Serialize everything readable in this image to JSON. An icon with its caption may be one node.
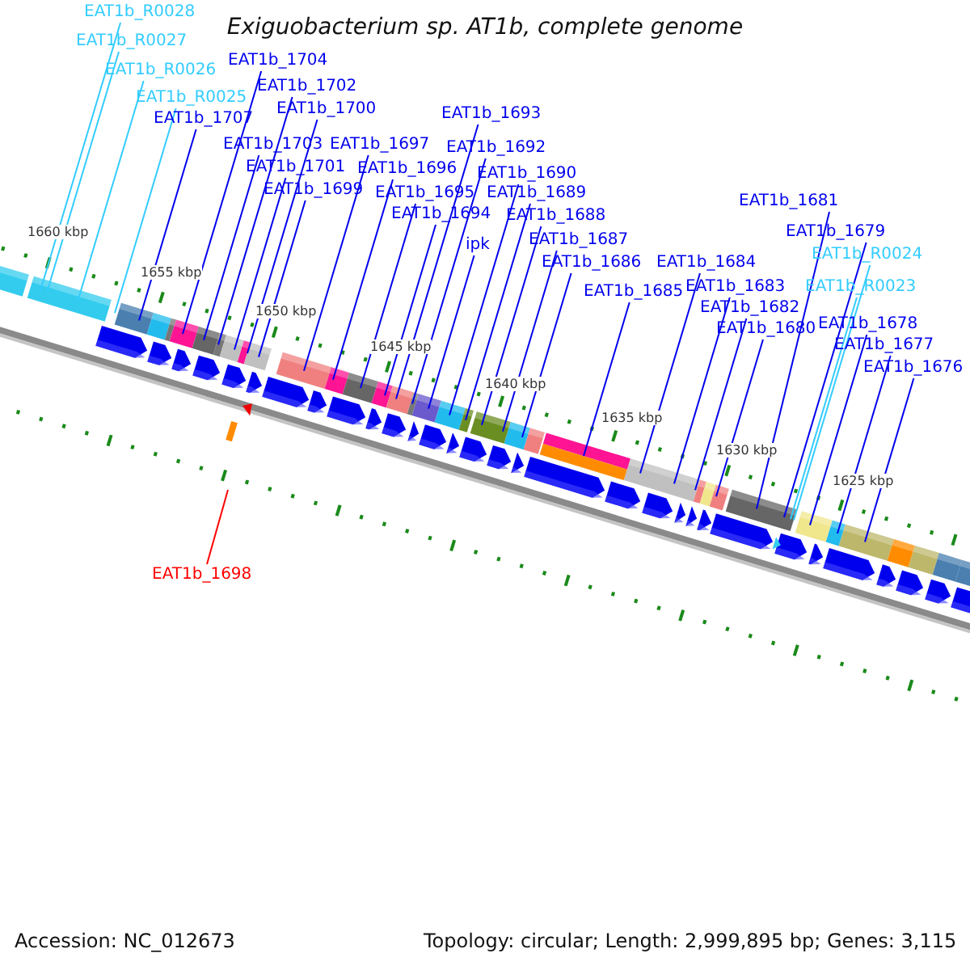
{
  "diagram": {
    "title": "Exiguobacterium sp. AT1b, complete genome",
    "nodes": [
      {
        "text": [
          "EAT1b_R0028"
        ]
      },
      {
        "text": [
          "EAT1b_R0027"
        ]
      },
      {
        "text": [
          "EAT1b_1704"
        ]
      },
      {
        "text": [
          "EAT1b_R0026"
        ]
      },
      {
        "text": [
          "EAT1b_1702"
        ]
      },
      {
        "text": [
          "EAT1b_R0025"
        ]
      },
      {
        "text": [
          "EAT1b_1700"
        ]
      },
      {
        "text": [
          "EAT1b_1693"
        ]
      },
      {
        "text": [
          "EAT1b_1707"
        ]
      },
      {
        "text": [
          "EAT1b_1703"
        ]
      },
      {
        "text": [
          "EAT1b_1697"
        ]
      },
      {
        "text": [
          "EAT1b_1692"
        ]
      },
      {
        "text": [
          "EAT1b_1701"
        ]
      },
      {
        "text": [
          "EAT1b_1696"
        ]
      },
      {
        "text": [
          "EAT1b_1690"
        ]
      },
      {
        "text": [
          "EAT1b_1699"
        ]
      },
      {
        "text": [
          "EAT1b_1695"
        ]
      },
      {
        "text": [
          "EAT1b_1689"
        ]
      },
      {
        "text": [
          "EAT1b_1681"
        ]
      },
      {
        "text": [
          "EAT1b_1694"
        ]
      },
      {
        "text": [
          "EAT1b_1688"
        ]
      },
      {
        "text": [
          "EAT1b_1679"
        ]
      },
      {
        "text": [
          "EAT1b_1687"
        ]
      },
      {
        "text": [
          "ipk"
        ]
      },
      {
        "text": [
          "EAT1b_R0024"
        ]
      },
      {
        "text": [
          "EAT1b_1686"
        ]
      },
      {
        "text": [
          "EAT1b_1684"
        ]
      },
      {
        "text": [
          "EAT1b_1683"
        ]
      },
      {
        "text": [
          "EAT1b_R0023"
        ]
      },
      {
        "text": [
          "EAT1b_1685"
        ]
      },
      {
        "text": [
          "EAT1b_1682"
        ]
      },
      {
        "text": [
          "EAT1b_1678"
        ]
      },
      {
        "text": [
          "EAT1b_1680"
        ]
      },
      {
        "text": [
          "EAT1b_1677"
        ]
      },
      {
        "text": [
          "EAT1b_1676"
        ]
      },
      {
        "text": [
          "EAT1b_1698"
        ]
      }
    ],
    "edges": [
      {
        "from": 0,
        "to": null,
        "arrow": "none",
        "color": "#33ccff"
      },
      {
        "from": 1,
        "to": null,
        "arrow": "none",
        "color": "#33ccff"
      },
      {
        "from": 2,
        "to": null,
        "arrow": "none"
      },
      {
        "from": 3,
        "to": null,
        "arrow": "none",
        "color": "#33ccff"
      },
      {
        "from": 4,
        "to": null,
        "arrow": "none"
      },
      {
        "from": 5,
        "to": null,
        "arrow": "none",
        "color": "#33ccff"
      },
      {
        "from": 6,
        "to": null,
        "arrow": "none"
      },
      {
        "from": 7,
        "to": null,
        "arrow": "none"
      },
      {
        "from": 8,
        "to": null,
        "arrow": "none"
      },
      {
        "from": 9,
        "to": null,
        "arrow": "none"
      },
      {
        "from": 10,
        "to": null,
        "arrow": "none"
      },
      {
        "from": 11,
        "to": null,
        "arrow": "none"
      },
      {
        "from": 12,
        "to": null,
        "arrow": "none"
      },
      {
        "from": 13,
        "to": null,
        "arrow": "none"
      },
      {
        "from": 14,
        "to": null,
        "arrow": "none"
      },
      {
        "from": 15,
        "to": null,
        "arrow": "none"
      },
      {
        "from": 16,
        "to": null,
        "arrow": "none"
      },
      {
        "from": 17,
        "to": null,
        "arrow": "none"
      },
      {
        "from": 18,
        "to": null,
        "arrow": "none"
      },
      {
        "from": 19,
        "to": null,
        "arrow": "none"
      },
      {
        "from": 20,
        "to": null,
        "arrow": "none"
      },
      {
        "from": 21,
        "to": null,
        "arrow": "none"
      },
      {
        "from": 22,
        "to": null,
        "arrow": "none"
      },
      {
        "from": 23,
        "to": null,
        "arrow": "none"
      },
      {
        "from": 24,
        "to": null,
        "arrow": "none",
        "color": "#33ccff"
      },
      {
        "from": 25,
        "to": null,
        "arrow": "none"
      },
      {
        "from": 26,
        "to": null,
        "arrow": "none"
      },
      {
        "from": 27,
        "to": null,
        "arrow": "none"
      },
      {
        "from": 28,
        "to": null,
        "arrow": "none",
        "color": "#33ccff"
      },
      {
        "from": 29,
        "to": null,
        "arrow": "none"
      },
      {
        "from": 30,
        "to": null,
        "arrow": "none"
      },
      {
        "from": 31,
        "to": null,
        "arrow": "none"
      },
      {
        "from": 32,
        "to": null,
        "arrow": "none"
      },
      {
        "from": 33,
        "to": null,
        "arrow": "none"
      },
      {
        "from": 34,
        "to": null,
        "arrow": "none"
      },
      {
        "from": 35,
        "to": null,
        "arrow": "none",
        "color": "#ff0000"
      }
    ],
    "labels": [
      "1660 kbp",
      "1655 kbp",
      "1650 kbp",
      "1645 kbp",
      "1640 kbp",
      "1635 kbp",
      "1630 kbp",
      "1625 kbp",
      "Accession: NC_012673",
      "Topology: circular; Length: 2,999,895 bp; Genes: 3,115"
    ]
  }
}
